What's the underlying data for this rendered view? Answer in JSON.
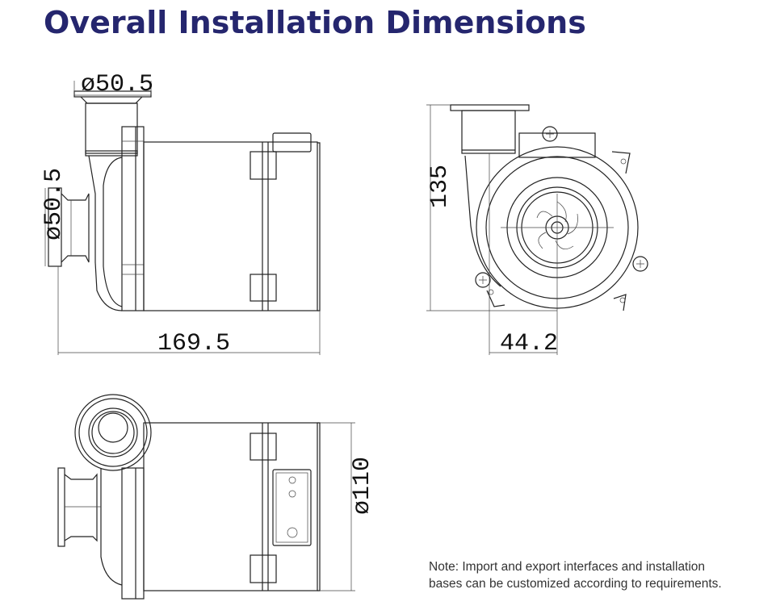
{
  "title": "Overall Installation Dimensions",
  "dimensions": {
    "outlet_diameter": "ø50.5",
    "inlet_diameter": "ø50.5",
    "overall_length": "169.5",
    "height": "135",
    "outlet_offset": "44.2",
    "body_diameter": "ø110"
  },
  "note": {
    "line1": "Note: Import and export interfaces and installation",
    "line2": "bases can be customized according to requirements."
  }
}
